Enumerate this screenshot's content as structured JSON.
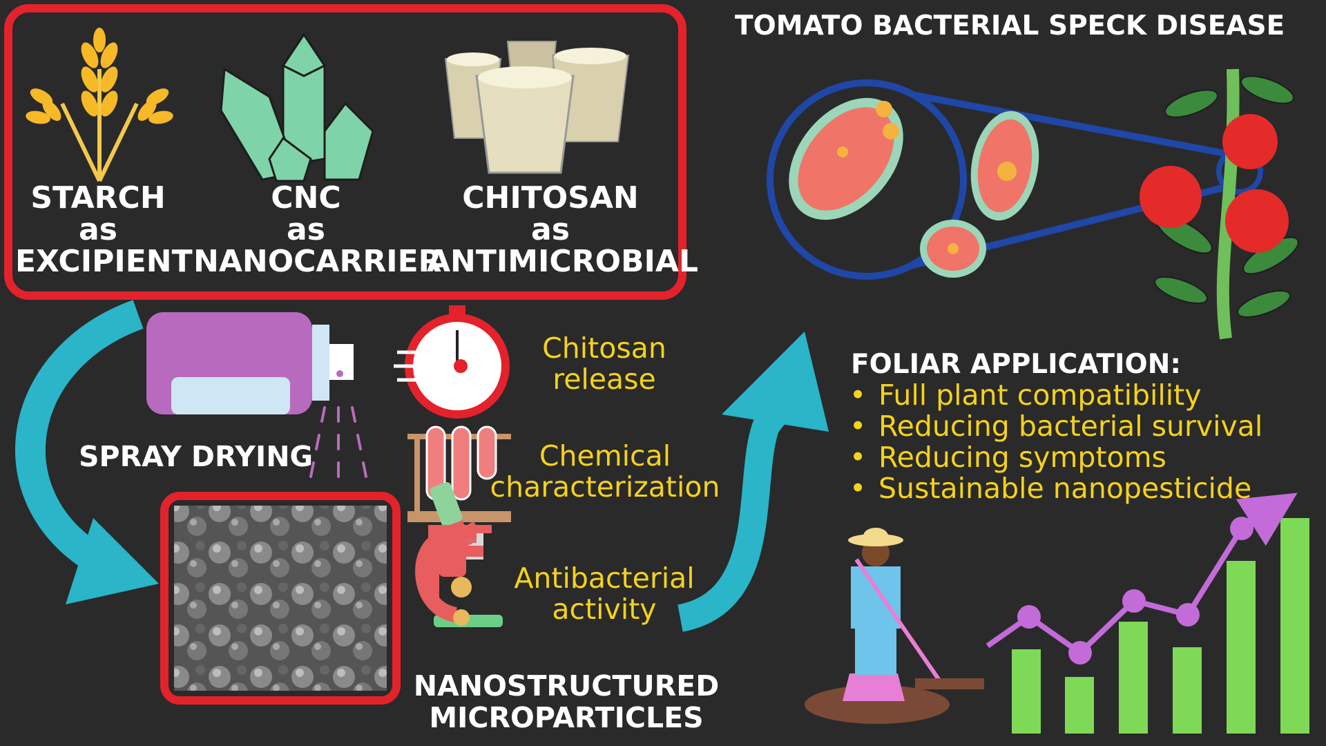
{
  "ingredients": {
    "starch": {
      "line1": "STARCH",
      "line2": "as",
      "line3": "EXCIPIENT"
    },
    "cnc": {
      "line1": "CNC",
      "line2": "as",
      "line3": "NANOCARRIER"
    },
    "chitosan": {
      "line1": "CHITOSAN",
      "line2": "as",
      "line3": "ANTIMICROBIAL"
    }
  },
  "process": {
    "spray_drying": "SPRAY DRYING"
  },
  "particles": {
    "line1": "NANOSTRUCTURED",
    "line2": "MICROPARTICLES"
  },
  "tests": {
    "release": {
      "line1": "Chitosan",
      "line2": "release"
    },
    "chemical": {
      "line1": "Chemical",
      "line2": "characterization"
    },
    "antibacterial": {
      "line1": "Antibacterial",
      "line2": "activity"
    }
  },
  "disease": {
    "title": "TOMATO BACTERIAL SPECK DISEASE"
  },
  "foliar": {
    "heading": "FOLIAR APPLICATION:",
    "bullets": [
      "Full plant compatibility",
      "Reducing bacterial survival",
      "Reducing symptoms",
      "Sustainable nanopesticide"
    ]
  },
  "colors": {
    "frame_red": "#e4222b",
    "arrow_teal": "#2ab5c9",
    "text_yellow": "#f5d21b",
    "bar_green": "#7ed957",
    "line_purple": "#c36bd9",
    "lens_blue": "#1f47a8"
  },
  "icons": [
    "wheat-icon",
    "crystal-icon",
    "chitosan-cups-icon",
    "spray-bottle-icon",
    "stopwatch-icon",
    "test-tubes-icon",
    "microscope-icon",
    "bacteria-icon",
    "tomato-plant-icon",
    "farmer-icon",
    "growth-chart-icon"
  ]
}
